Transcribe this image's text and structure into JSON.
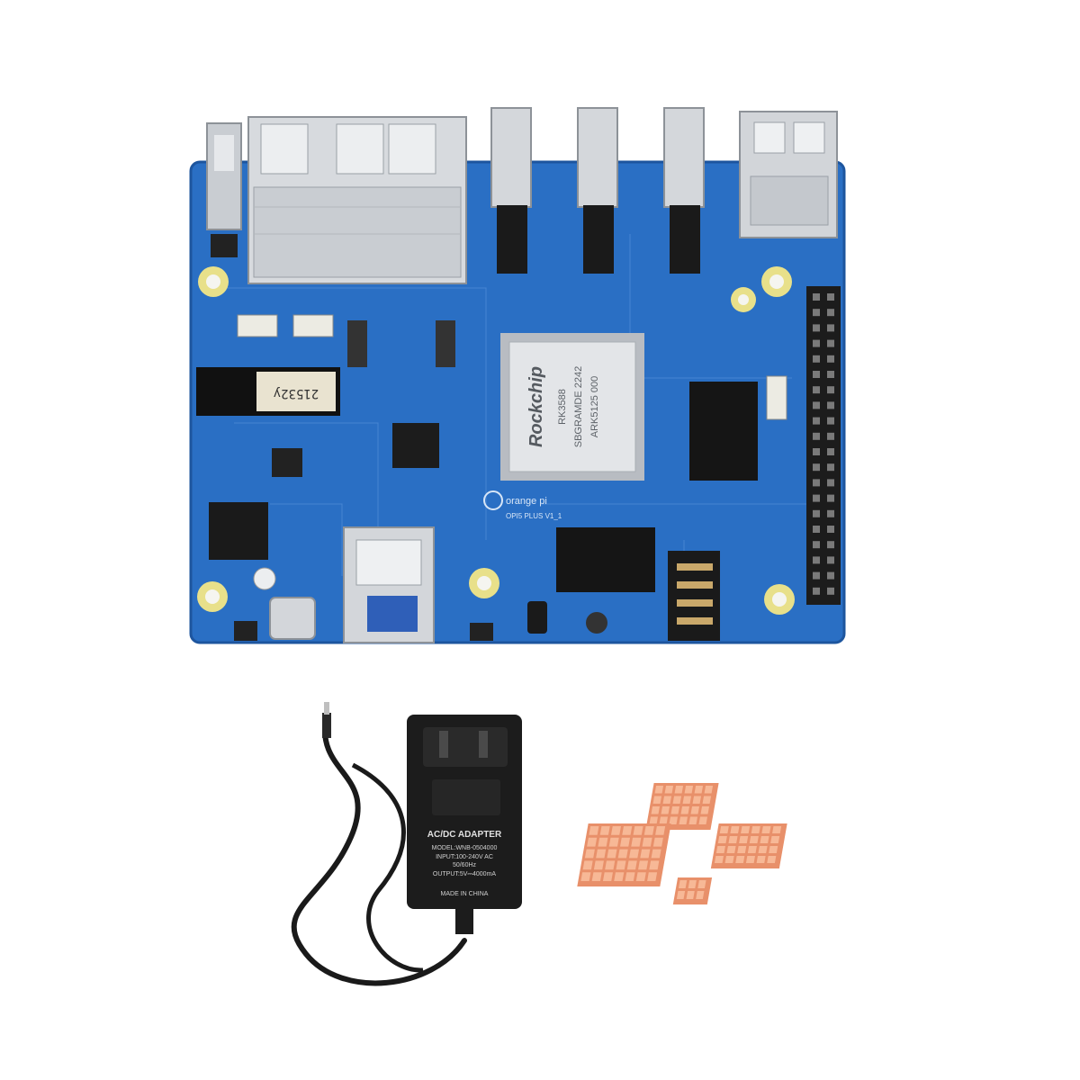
{
  "colors": {
    "background": "#ffffff",
    "pcb": "#2a6fc4",
    "pcb_dark": "#1d559e",
    "metal": "#cfd3d8",
    "adapter": "#1b1b1b",
    "copper": "#f0a07a"
  },
  "board": {
    "chip_brand": "Rockchip",
    "chip_lines": [
      "RK3588",
      "SBGRAMDE 2242",
      "ARK5125 000"
    ],
    "m2_label": "21532y",
    "logo_text": "orange pi",
    "model_text": "OPI5 PLUS V1_1"
  },
  "adapter": {
    "title": "AC/DC ADAPTER",
    "model": "MODEL:WNB-0504000",
    "input": "INPUT:100-240V AC",
    "freq": "50/60Hz",
    "output": "OUTPUT:5V⎓4000mA",
    "origin": "MADE IN CHINA"
  }
}
